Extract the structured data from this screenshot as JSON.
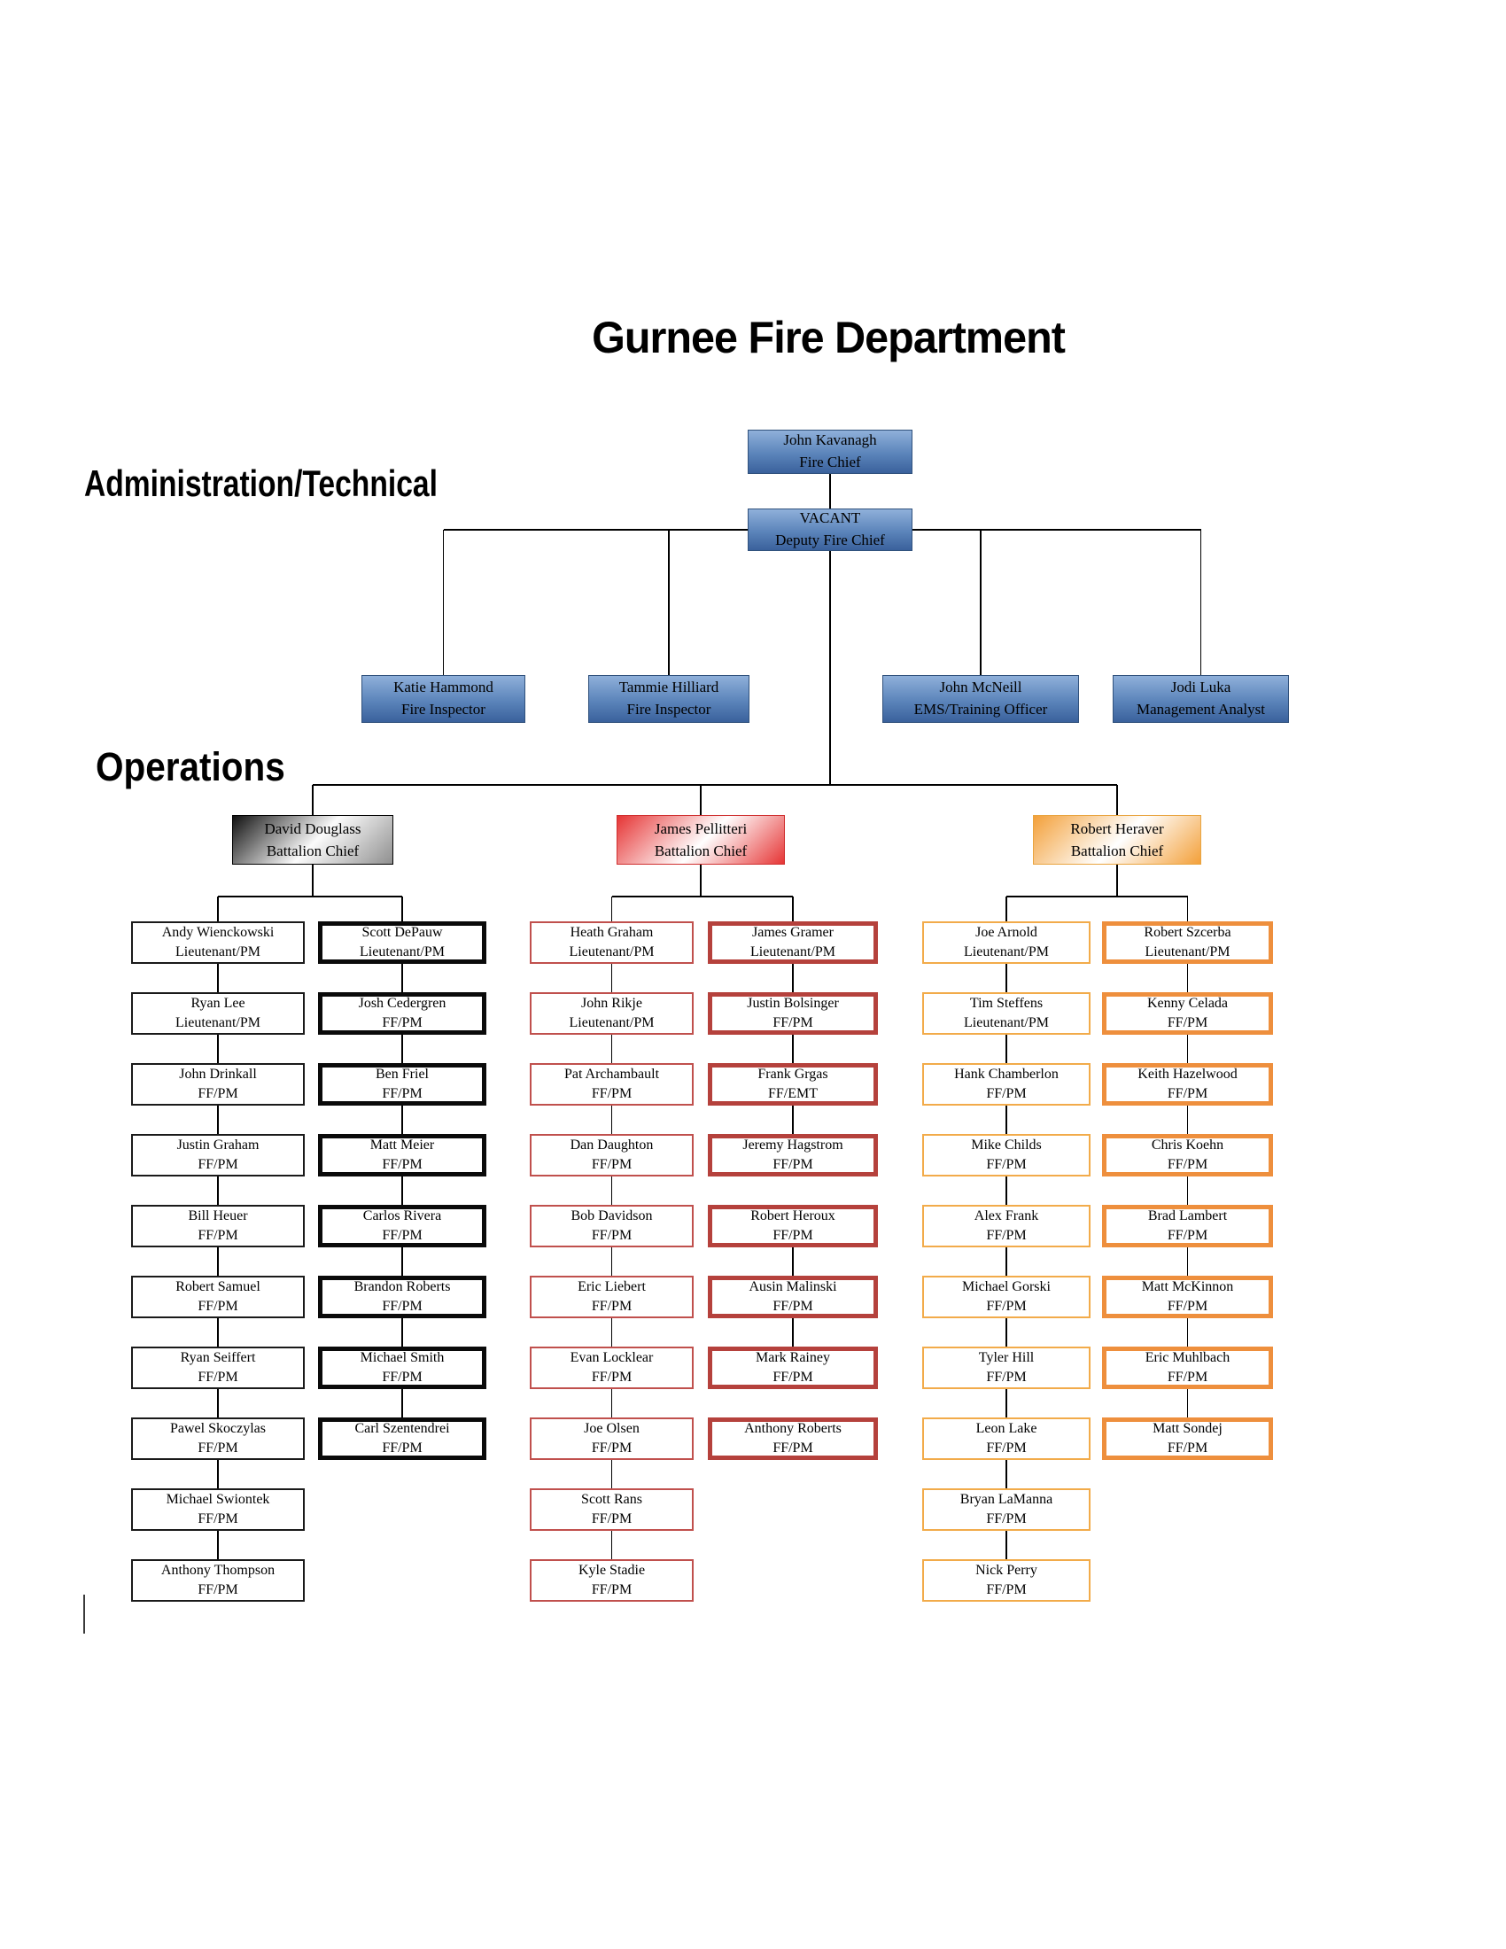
{
  "title": "Gurnee Fire Department",
  "sections": {
    "admin_heading": "Administration/Technical",
    "operations_heading": "Operations"
  },
  "chief": {
    "name": "John Kavanagh",
    "role": "Fire Chief"
  },
  "deputy": {
    "name": "VACANT",
    "role": "Deputy Fire Chief"
  },
  "admin_staff": [
    {
      "name": "Katie Hammond",
      "role": "Fire Inspector"
    },
    {
      "name": "Tammie Hilliard",
      "role": "Fire Inspector"
    },
    {
      "name": "John McNeill",
      "role": "EMS/Training Officer"
    },
    {
      "name": "Jodi Luka",
      "role": "Management Analyst"
    }
  ],
  "battalions": [
    {
      "chief": {
        "name": "David Douglass",
        "role": "Battalion Chief"
      },
      "gradient": [
        "#101010",
        "#fbfbfb",
        "#8f8f8f"
      ],
      "chief_border": "#000000",
      "accent_thin": "#1a1a1a",
      "accent_thick": "#0a0a0a",
      "columns": [
        {
          "style": "thin",
          "members": [
            {
              "name": "Andy Wienckowski",
              "role": "Lieutenant/PM"
            },
            {
              "name": "Ryan Lee",
              "role": "Lieutenant/PM"
            },
            {
              "name": "John Drinkall",
              "role": "FF/PM"
            },
            {
              "name": "Justin Graham",
              "role": "FF/PM"
            },
            {
              "name": "Bill Heuer",
              "role": "FF/PM"
            },
            {
              "name": "Robert Samuel",
              "role": "FF/PM"
            },
            {
              "name": "Ryan Seiffert",
              "role": "FF/PM"
            },
            {
              "name": "Pawel Skoczylas",
              "role": "FF/PM"
            },
            {
              "name": "Michael Swiontek",
              "role": "FF/PM"
            },
            {
              "name": "Anthony Thompson",
              "role": "FF/PM"
            }
          ]
        },
        {
          "style": "thick",
          "members": [
            {
              "name": "Scott DePauw",
              "role": "Lieutenant/PM"
            },
            {
              "name": "Josh Cedergren",
              "role": "FF/PM"
            },
            {
              "name": "Ben Friel",
              "role": "FF/PM"
            },
            {
              "name": "Matt Meier",
              "role": "FF/PM"
            },
            {
              "name": "Carlos Rivera",
              "role": "FF/PM"
            },
            {
              "name": "Brandon Roberts",
              "role": "FF/PM"
            },
            {
              "name": "Michael Smith",
              "role": "FF/PM"
            },
            {
              "name": "Carl Szentendrei",
              "role": "FF/PM"
            }
          ]
        }
      ]
    },
    {
      "chief": {
        "name": "James Pellitteri",
        "role": "Battalion Chief"
      },
      "gradient": [
        "#e63535",
        "#ffffff",
        "#e63535"
      ],
      "chief_border": "#cf2f2f",
      "accent_thin": "#c0504d",
      "accent_thick": "#b5413c",
      "columns": [
        {
          "style": "thin",
          "members": [
            {
              "name": "Heath Graham",
              "role": "Lieutenant/PM"
            },
            {
              "name": "John Rikje",
              "role": "Lieutenant/PM"
            },
            {
              "name": "Pat Archambault",
              "role": "FF/PM"
            },
            {
              "name": "Dan Daughton",
              "role": "FF/PM"
            },
            {
              "name": "Bob Davidson",
              "role": "FF/PM"
            },
            {
              "name": "Eric Liebert",
              "role": "FF/PM"
            },
            {
              "name": "Evan Locklear",
              "role": "FF/PM"
            },
            {
              "name": "Joe Olsen",
              "role": "FF/PM"
            },
            {
              "name": "Scott Rans",
              "role": "FF/PM"
            },
            {
              "name": "Kyle Stadie",
              "role": "FF/PM"
            }
          ]
        },
        {
          "style": "thick",
          "no_connector_after": [
            3,
            6
          ],
          "members": [
            {
              "name": "James Gramer",
              "role": "Lieutenant/PM"
            },
            {
              "name": "Justin Bolsinger",
              "role": "FF/PM"
            },
            {
              "name": "Frank Grgas",
              "role": "FF/EMT"
            },
            {
              "name": "Jeremy Hagstrom",
              "role": "FF/PM"
            },
            {
              "name": "Robert Heroux",
              "role": "FF/PM"
            },
            {
              "name": "Ausin Malinski",
              "role": "FF/PM"
            },
            {
              "name": "Mark Rainey",
              "role": "FF/PM"
            },
            {
              "name": "Anthony Roberts",
              "role": "FF/PM"
            }
          ]
        }
      ]
    },
    {
      "chief": {
        "name": "Robert Heraver",
        "role": "Battalion Chief"
      },
      "gradient": [
        "#f3a03a",
        "#ffffff",
        "#f3a03a"
      ],
      "chief_border": "#e9a43f",
      "accent_thin": "#f2ab4a",
      "accent_thick": "#ee8f3d",
      "columns": [
        {
          "style": "thin",
          "members": [
            {
              "name": "Joe Arnold",
              "role": "Lieutenant/PM"
            },
            {
              "name": "Tim Steffens",
              "role": "Lieutenant/PM"
            },
            {
              "name": "Hank Chamberlon",
              "role": "FF/PM"
            },
            {
              "name": "Mike Childs",
              "role": "FF/PM"
            },
            {
              "name": "Alex Frank",
              "role": "FF/PM"
            },
            {
              "name": "Michael Gorski",
              "role": "FF/PM"
            },
            {
              "name": "Tyler Hill",
              "role": "FF/PM"
            },
            {
              "name": "Leon Lake",
              "role": "FF/PM"
            },
            {
              "name": "Bryan LaManna",
              "role": "FF/PM"
            },
            {
              "name": "Nick Perry",
              "role": "FF/PM"
            }
          ]
        },
        {
          "style": "thick",
          "members": [
            {
              "name": "Robert Szcerba",
              "role": "Lieutenant/PM"
            },
            {
              "name": "Kenny Celada",
              "role": "FF/PM"
            },
            {
              "name": "Keith Hazelwood",
              "role": "FF/PM"
            },
            {
              "name": "Chris Koehn",
              "role": "FF/PM"
            },
            {
              "name": "Brad Lambert",
              "role": "FF/PM"
            },
            {
              "name": "Matt McKinnon",
              "role": "FF/PM"
            },
            {
              "name": "Eric Muhlbach",
              "role": "FF/PM"
            },
            {
              "name": "Matt Sondej",
              "role": "FF/PM"
            }
          ]
        }
      ]
    }
  ],
  "colors": {
    "line": "#000000",
    "blue_box_top": "#8fb0da",
    "blue_box_bottom": "#3a619c",
    "blue_box_border": "#30517c",
    "text": "#000000",
    "background": "#ffffff"
  }
}
